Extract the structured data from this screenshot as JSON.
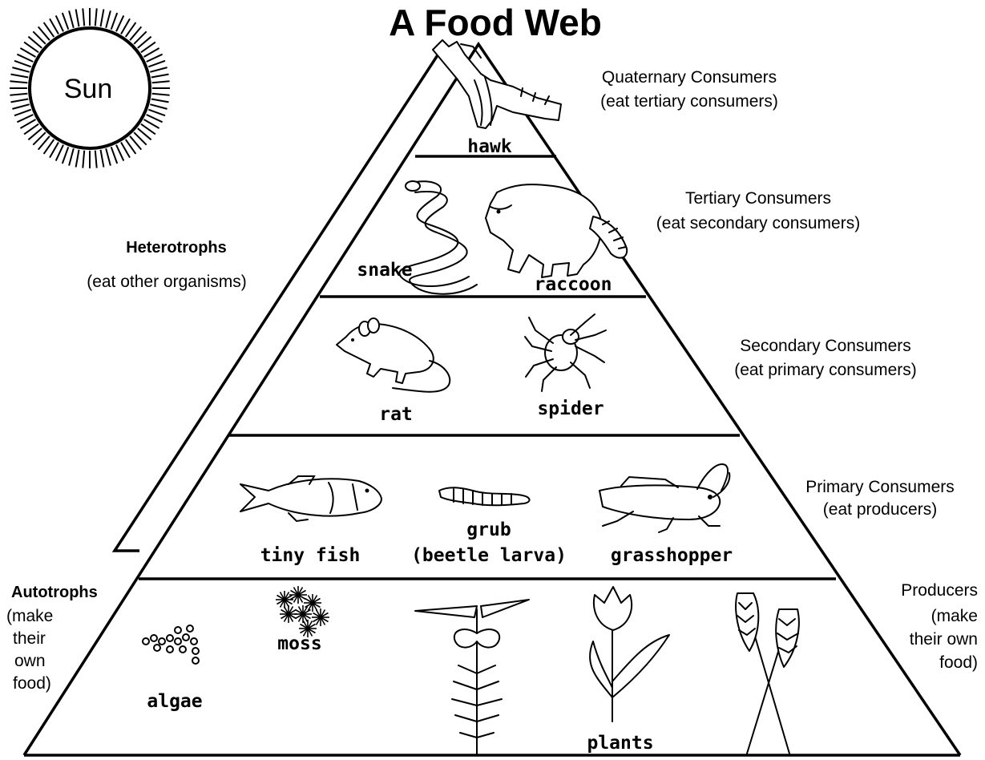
{
  "title": "A Food Web",
  "sun": {
    "label": "Sun"
  },
  "groups": {
    "heterotrophs": {
      "title": "Heterotrophs",
      "desc": "(eat other organisms)"
    },
    "autotrophs": {
      "title": "Autotrophs",
      "desc_lines": [
        "(make",
        "their",
        "own",
        "food)"
      ]
    }
  },
  "levels": {
    "quaternary": {
      "name": "Quaternary Consumers",
      "desc": "(eat tertiary consumers)"
    },
    "tertiary": {
      "name": "Tertiary Consumers",
      "desc": "(eat secondary consumers)"
    },
    "secondary": {
      "name": "Secondary Consumers",
      "desc": "(eat primary consumers)"
    },
    "primary": {
      "name": "Primary Consumers",
      "desc": "(eat producers)"
    },
    "producers": {
      "name": "Producers",
      "desc_lines": [
        "(make",
        "their own",
        "food)"
      ]
    }
  },
  "organisms": {
    "hawk": "hawk",
    "snake": "snake",
    "raccoon": "raccoon",
    "rat": "rat",
    "spider": "spider",
    "tiny_fish": "tiny fish",
    "grub": "grub",
    "grub_note": "(beetle larva)",
    "grasshopper": "grasshopper",
    "moss": "moss",
    "algae": "algae",
    "plants": "plants"
  }
}
